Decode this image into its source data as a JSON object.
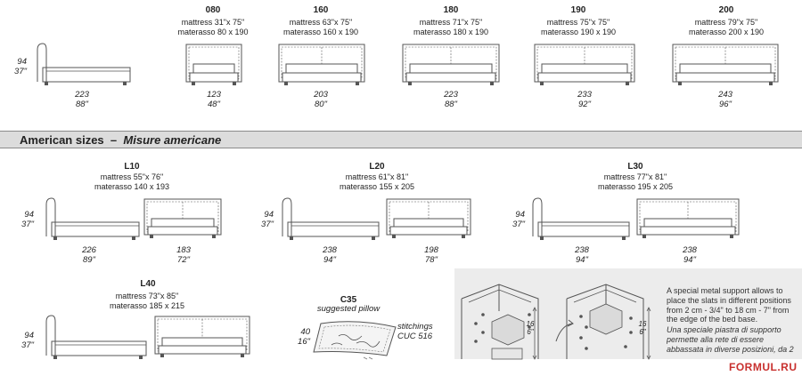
{
  "top_models": [
    {
      "code": "080",
      "mattress": "mattress 31\"x 75\"",
      "materasso": "materasso 80 x 190",
      "dim_cm": "123",
      "dim_in": "48\""
    },
    {
      "code": "160",
      "mattress": "mattress 63\"x 75\"",
      "materasso": "materasso 160 x 190",
      "dim_cm": "203",
      "dim_in": "80\""
    },
    {
      "code": "180",
      "mattress": "mattress 71\"x 75\"",
      "materasso": "materasso 180 x 190",
      "dim_cm": "223",
      "dim_in": "88\""
    },
    {
      "code": "190",
      "mattress": "mattress 75\"x 75\"",
      "materasso": "materasso 190 x 190",
      "dim_cm": "233",
      "dim_in": "92\""
    },
    {
      "code": "200",
      "mattress": "mattress 79\"x 75\"",
      "materasso": "materasso 200 x 190",
      "dim_cm": "243",
      "dim_in": "96\""
    }
  ],
  "side_view_top": {
    "height_cm": "94",
    "height_in": "37\"",
    "length_cm": "223",
    "length_in": "88\""
  },
  "american_header": {
    "english": "American sizes",
    "dash": "–",
    "italian": "Misure americane"
  },
  "american_models": [
    {
      "code": "L10",
      "mattress": "mattress 55\"x 76\"",
      "materasso": "materasso 140 x 193",
      "height_cm": "94",
      "height_in": "37\"",
      "length_cm": "226",
      "length_in": "89\"",
      "width_cm": "183",
      "width_in": "72\""
    },
    {
      "code": "L20",
      "mattress": "mattress 61\"x 81\"",
      "materasso": "materasso 155 x 205",
      "height_cm": "94",
      "height_in": "37\"",
      "length_cm": "238",
      "length_in": "94\"",
      "width_cm": "198",
      "width_in": "78\""
    },
    {
      "code": "L30",
      "mattress": "mattress 77\"x 81\"",
      "materasso": "materasso 195 x 205",
      "height_cm": "94",
      "height_in": "37\"",
      "length_cm": "238",
      "length_in": "94\"",
      "width_cm": "238",
      "width_in": "94\""
    },
    {
      "code": "L40",
      "mattress": "mattress 73\"x 85\"",
      "materasso": "materasso 185 x 215",
      "height_cm": "94",
      "height_in": "37\""
    }
  ],
  "pillow": {
    "code": "C35",
    "caption": "suggested pillow",
    "size_cm": "40",
    "size_in": "16\"",
    "stitch_1": "stitchings",
    "stitch_2": "CUC 516"
  },
  "detail": {
    "height_cm": "16",
    "height_in": "6\"",
    "english": "A special metal support allows to place the slats in different positions from 2 cm - 3/4\" to 18 cm - 7\" from the edge of the bed base.",
    "italian": "Una speciale piastra di supporto permette alla rete di essere abbassata in diverse posizioni, da 2"
  },
  "watermark": "FORMUL.RU",
  "colors": {
    "line": "#555555",
    "band": "#dcdcdc",
    "detail_bg": "#ececec",
    "watermark": "#c8302e"
  }
}
